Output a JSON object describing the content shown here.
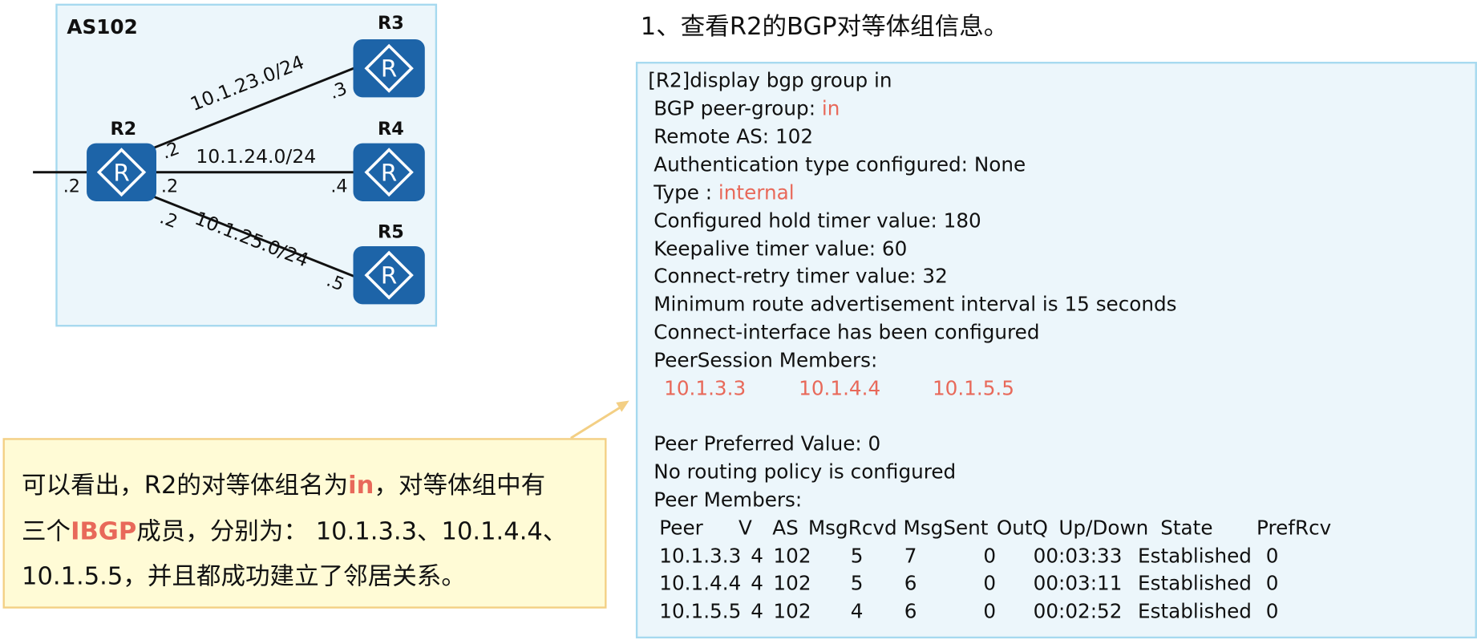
{
  "topology": {
    "as_label": "AS102",
    "routers": [
      {
        "id": "R2",
        "label": "R2"
      },
      {
        "id": "R3",
        "label": "R3"
      },
      {
        "id": "R4",
        "label": "R4"
      },
      {
        "id": "R5",
        "label": "R5"
      }
    ],
    "router_icon_glyph": "R",
    "links": [
      {
        "subnet": "10.1.23.0/24",
        "r2_end": ".2",
        "far_end": ".3"
      },
      {
        "subnet": "10.1.24.0/24",
        "r2_end": ".2",
        "far_end": ".4"
      },
      {
        "subnet": "10.1.25.0/24",
        "r2_end": ".2",
        "far_end": ".5"
      }
    ],
    "external_link_ip": ".2",
    "colors": {
      "router": "#1d64a8",
      "box_fill": "#ecf6fb",
      "box_border": "#a6d9ef"
    }
  },
  "heading": "1、查看R2的BGP对等体组信息。",
  "terminal": {
    "command": "[R2]display bgp group in",
    "peer_group_label": "BGP peer-group: ",
    "peer_group_value": "in",
    "remote_as": "Remote AS: 102",
    "auth_type": "Authentication type configured: None",
    "type_label": "Type : ",
    "type_value": "internal",
    "hold_timer": "Configured hold timer value: 180",
    "keepalive": "Keepalive timer value: 60",
    "connect_retry": "Connect-retry timer value: 32",
    "min_route_adv": "Minimum route advertisement interval is 15 seconds",
    "connect_interface": "Connect-interface has been configured",
    "peer_session_members_label": "PeerSession Members:",
    "peer_session_members": [
      "10.1.3.3",
      "10.1.4.4",
      "10.1.5.5"
    ],
    "peer_preferred": "Peer Preferred Value: 0",
    "routing_policy": "No routing policy is configured",
    "peer_members_label": "Peer Members:",
    "table_headers": [
      "Peer",
      "V",
      "AS",
      "MsgRcvd",
      "MsgSent",
      "OutQ",
      "Up/Down",
      "State",
      "PrefRcv"
    ],
    "table_rows": [
      [
        "10.1.3.3",
        "4",
        "102",
        "5",
        "7",
        "0",
        "00:03:33",
        "Established",
        "0"
      ],
      [
        "10.1.4.4",
        "4",
        "102",
        "5",
        "6",
        "0",
        "00:03:11",
        "Established",
        "0"
      ],
      [
        "10.1.5.5",
        "4",
        "102",
        "4",
        "6",
        "0",
        "00:02:52",
        "Established",
        "0"
      ]
    ],
    "highlight_color": "#e8695a"
  },
  "note": {
    "line1_prefix": "可以看出，R2的对等体组名为",
    "line1_highlight": "in",
    "line1_suffix": "，对等体组中有",
    "line2_prefix": "三个",
    "line2_highlight": "IBGP",
    "line2_suffix": "成员，分别为： 10.1.3.3、10.1.4.4、",
    "line3": "10.1.5.5，并且都成功建立了邻居关系。",
    "colors": {
      "fill": "#fffbd6",
      "border": "#f3cf84",
      "arrow": "#f3cf84"
    }
  }
}
